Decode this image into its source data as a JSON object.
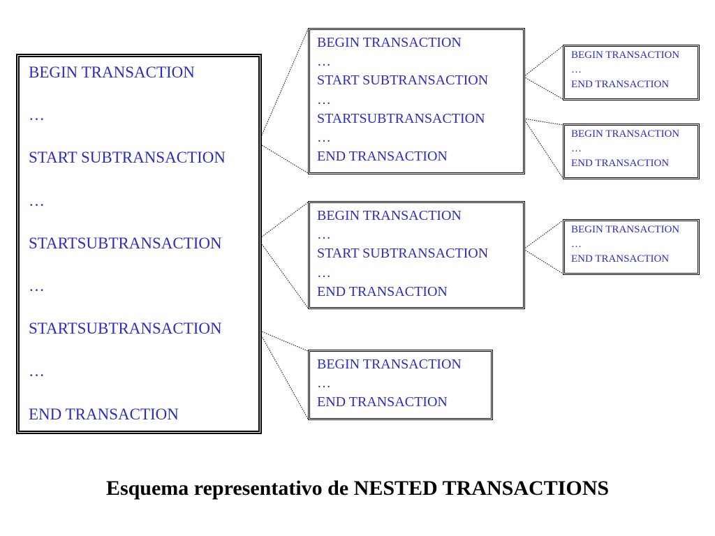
{
  "main_box": {
    "lines": [
      "BEGIN TRANSACTION",
      "…",
      "START SUBTRANSACTION",
      "…",
      "STARTSUBTRANSACTION",
      "…",
      "STARTSUBTRANSACTION",
      "…",
      "END TRANSACTION"
    ]
  },
  "sub_box_1": {
    "lines": [
      "BEGIN TRANSACTION",
      "…",
      "START SUBTRANSACTION",
      "…",
      "STARTSUBTRANSACTION",
      "…",
      "END TRANSACTION"
    ]
  },
  "sub_box_2": {
    "lines": [
      "BEGIN TRANSACTION",
      "…",
      "START SUBTRANSACTION",
      "…",
      "END TRANSACTION"
    ]
  },
  "sub_box_3": {
    "lines": [
      "BEGIN TRANSACTION",
      "…",
      "END TRANSACTION"
    ]
  },
  "leaf_box_1": {
    "lines": [
      "BEGIN TRANSACTION",
      "…",
      "END TRANSACTION"
    ]
  },
  "leaf_box_2": {
    "lines": [
      "BEGIN TRANSACTION",
      "…",
      "END TRANSACTION"
    ]
  },
  "leaf_box_3": {
    "lines": [
      "BEGIN TRANSACTION",
      "…",
      "END TRANSACTION"
    ]
  },
  "caption": "Esquema representativo de NESTED TRANSACTIONS",
  "colors": {
    "text": "#2b2bc8",
    "border": "#000000",
    "caption": "#000000"
  }
}
